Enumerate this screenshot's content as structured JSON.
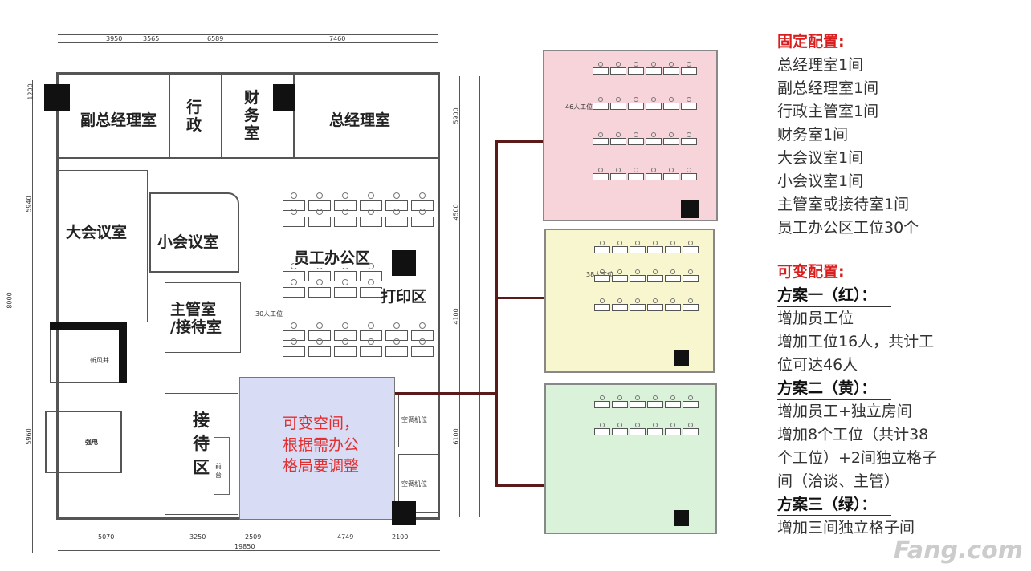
{
  "plan": {
    "dims_top": [
      "3950",
      "3565",
      "6589",
      "7460"
    ],
    "dims_bottom": [
      "5070",
      "3250",
      "2509",
      "4749",
      "2100"
    ],
    "dim_total": "19850",
    "dims_left": [
      "1200",
      "5940",
      "8000",
      "5960"
    ],
    "dims_right": [
      "5900",
      "4500",
      "4100",
      "6100"
    ],
    "rooms": {
      "vice_gm": "副总经理室",
      "admin": "行政",
      "finance": "财务室",
      "gm": "总经理室",
      "big_meeting": "大会议室",
      "small_meeting": "小会议室",
      "staff_area": "员工办公区",
      "print_area": "打印区",
      "supervisor": "主管室\n/接待室",
      "reception": "接\n待\n区",
      "variable": "可变空间，\n根据需办公\n格局要调整"
    },
    "small_labels": {
      "fresh_air": "新风井",
      "electric": "强电",
      "workstations": "30人工位",
      "ac1": "空调机位",
      "ac2": "空调机位",
      "front_desk": "前台"
    }
  },
  "minis": {
    "red_label": "46人工位",
    "yellow_label": "38人工位",
    "colors": {
      "red": "#f7d4da",
      "yellow": "#f8f6cf",
      "green": "#daf2da",
      "variable": "#d8dcf5"
    }
  },
  "panel": {
    "fixed_title": "固定配置:",
    "fixed_items": [
      "总经理室1间",
      "副总经理室1间",
      "行政主管室1间",
      "财务室1间",
      "大会议室1间",
      "小会议室1间",
      "主管室或接待室1间",
      "员工办公区工位30个"
    ],
    "variable_title": "可变配置:",
    "plan1_title": "方案一（红）：",
    "plan1_lines": [
      "增加员工位",
      "增加工位16人，共计工",
      "位可达46人"
    ],
    "plan2_title": "方案二（黄）：",
    "plan2_lines": [
      "增加员工+独立房间",
      "增加8个工位（共计38",
      "个工位）+2间独立格子",
      "间（洽谈、主管）"
    ],
    "plan3_title": "方案三（绿）：",
    "plan3_lines": [
      "增加三间独立格子间"
    ]
  },
  "watermark": "Fang.com"
}
